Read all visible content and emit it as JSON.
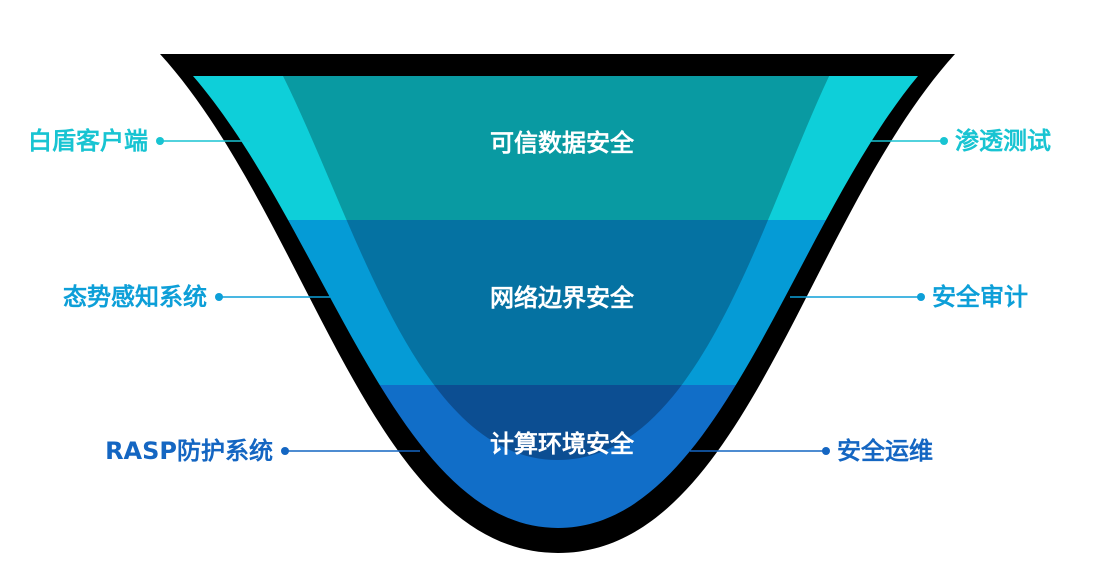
{
  "layers": [
    {
      "center_label": "可信数据安全",
      "left_label": "白盾客户端",
      "right_label": "渗透测试",
      "outer_color": "#0ecfd9",
      "inner_color": "#099aa2",
      "label_color": "#18c4d2"
    },
    {
      "center_label": "网络边界安全",
      "left_label": "态势感知系统",
      "right_label": "安全审计",
      "outer_color": "#059bd6",
      "inner_color": "#0572a2",
      "label_color": "#0d9fd8"
    },
    {
      "center_label": "计算环境安全",
      "left_label": "RASP防护系统",
      "right_label": "安全运维",
      "outer_color": "#116ec8",
      "inner_color": "#0c4e92",
      "label_color": "#1466c2"
    }
  ],
  "colors": {
    "outline": "#000000",
    "center_text": "#ffffff"
  }
}
